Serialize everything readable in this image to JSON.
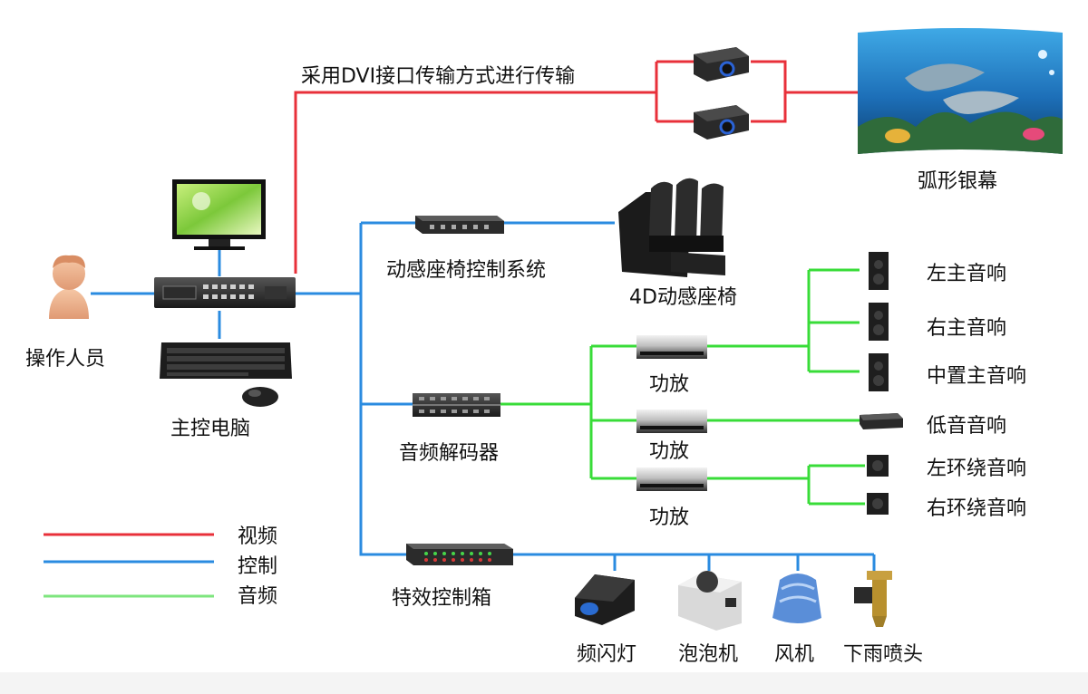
{
  "video_caption": "采用DVI接口传输方式进行传输",
  "screen_label": "弧形银幕",
  "operator_label": "操作人员",
  "host_pc_label": "主控电脑",
  "seat_controller_label": "动感座椅控制系统",
  "seat_label": "4D动感座椅",
  "decoder_label": "音频解码器",
  "amps": [
    "功放",
    "功放",
    "功放"
  ],
  "speakers": [
    "左主音响",
    "右主音响",
    "中置主音响",
    "低音音响",
    "左环绕音响",
    "右环绕音响"
  ],
  "effects_box_label": "特效控制箱",
  "effects": [
    "频闪灯",
    "泡泡机",
    "风机",
    "下雨喷头"
  ],
  "legend": [
    {
      "label": "视频",
      "color": "#e8303a"
    },
    {
      "label": "控制",
      "color": "#2a8be0"
    },
    {
      "label": "音频",
      "color": "#38dc38"
    }
  ],
  "colors": {
    "video": "#e8303a",
    "control": "#2a8be0",
    "audio": "#38dc38"
  }
}
